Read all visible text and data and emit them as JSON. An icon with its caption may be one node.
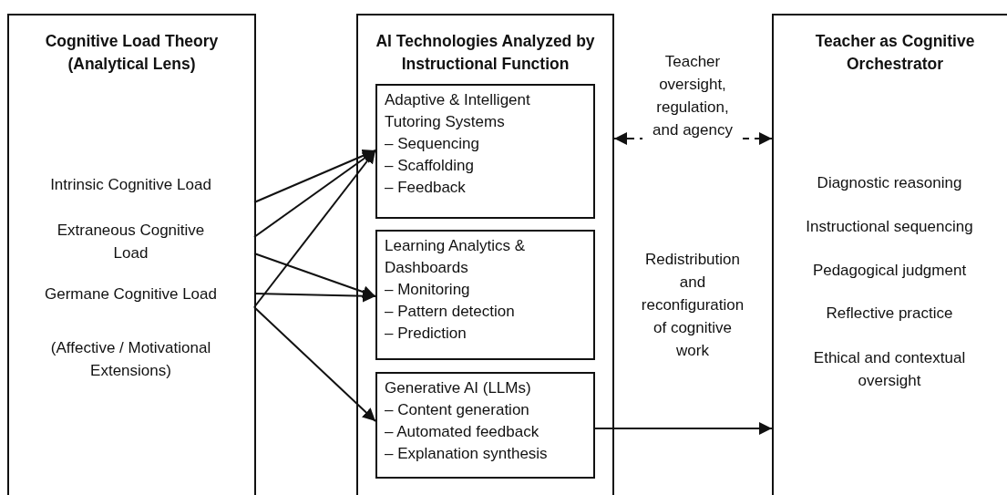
{
  "diagram": {
    "nodes": [
      {
        "text": [
          "Cognitive Load Theory (Analytical Lens)"
        ]
      },
      {
        "text": [
          "Intrinsic Cognitive Load"
        ],
        "in": 0
      },
      {
        "text": [
          "Extraneous Cognitive Load"
        ],
        "in": 0
      },
      {
        "text": [
          "Germane Cognitive Load"
        ],
        "in": 0
      },
      {
        "text": [
          "(Affective / Motivational Extensions)"
        ],
        "in": 0
      },
      {
        "text": [
          "AI Technologies Analyzed by Instructional Function"
        ]
      },
      {
        "text": [
          "Adaptive & Intelligent Tutoring Systems",
          "– Sequencing",
          "– Scaffolding",
          "– Feedback"
        ],
        "in": 5
      },
      {
        "text": [
          "Learning Analytics & Dashboards",
          "– Monitoring",
          "– Pattern detection",
          "– Prediction"
        ],
        "in": 5
      },
      {
        "text": [
          "Generative AI (LLMs)",
          "– Content generation",
          "– Automated feedback",
          "– Explanation synthesis"
        ],
        "in": 5
      },
      {
        "text": [
          "Teacher as Cognitive Orchestrator"
        ]
      },
      {
        "text": [
          "Diagnostic reasoning"
        ],
        "in": 9
      },
      {
        "text": [
          "Instructional sequencing"
        ],
        "in": 9
      },
      {
        "text": [
          "Pedagogical judgment"
        ],
        "in": 9
      },
      {
        "text": [
          "Reflective practice"
        ],
        "in": 9
      },
      {
        "text": [
          "Ethical and contextual oversight"
        ],
        "in": 9
      }
    ],
    "edges": [
      {
        "from": 1,
        "to": 6,
        "arrow": "to"
      },
      {
        "from": 2,
        "to": 6,
        "arrow": "to"
      },
      {
        "from": 2,
        "to": 7,
        "arrow": "to"
      },
      {
        "from": 3,
        "to": 7,
        "arrow": "to"
      },
      {
        "from": 3,
        "to": 6,
        "arrow": "to"
      },
      {
        "from": 3,
        "to": 8,
        "arrow": "to"
      },
      {
        "from": 5,
        "to": 9,
        "arrow": "both",
        "style": "dashed",
        "label": "Teacher oversight, regulation, and agency"
      },
      {
        "from": 8,
        "to": 9,
        "arrow": "to"
      }
    ],
    "labels": [
      "Redistribution and reconfiguration of cognitive work"
    ]
  }
}
